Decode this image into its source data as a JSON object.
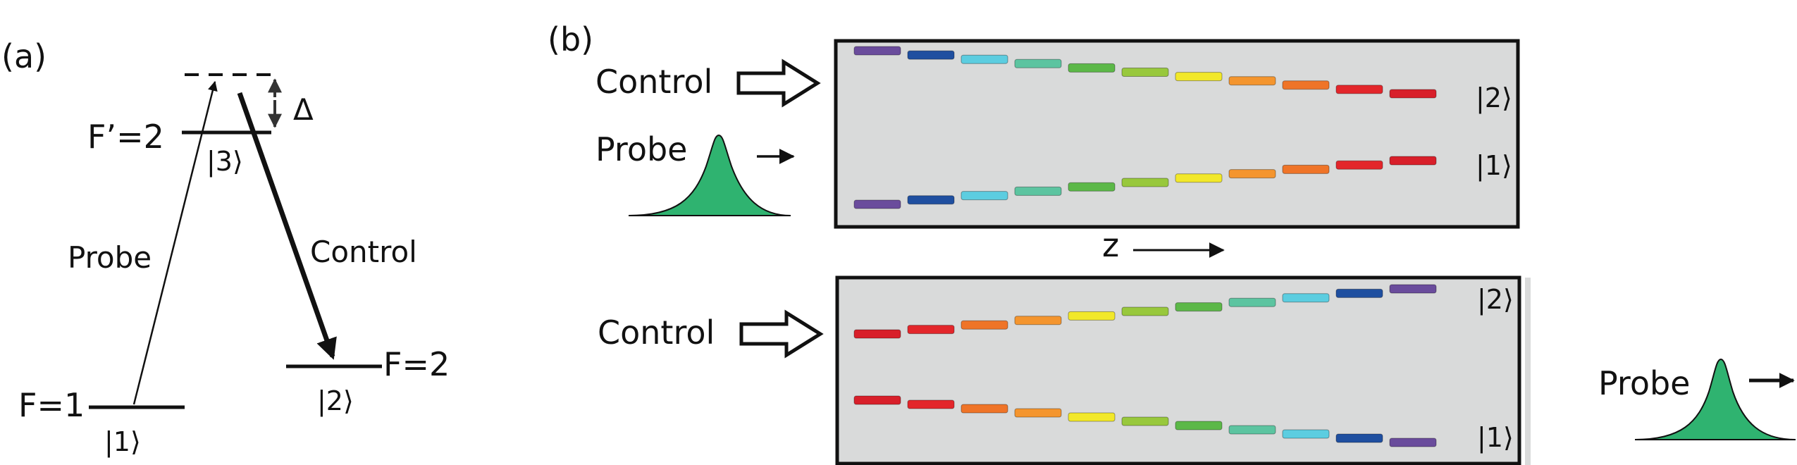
{
  "panel_a": {
    "tag": "(a)",
    "levels": {
      "excited": {
        "label": "F’=2",
        "state": "|3⟩"
      },
      "ground_1": {
        "label": "F=1",
        "state": "|1⟩"
      },
      "ground_2": {
        "label": "F=2",
        "state": "|2⟩"
      }
    },
    "detuning_label": "Δ",
    "probe_label": "Probe",
    "control_label": "Control"
  },
  "panel_b": {
    "tag": "(b)",
    "colors": [
      "#6a4c9c",
      "#1f4fa0",
      "#5ccde0",
      "#5cc4a0",
      "#5cb848",
      "#98c83c",
      "#f2e82a",
      "#f4952e",
      "#ef7428",
      "#e3262b",
      "#d81f2a"
    ],
    "top": {
      "control_label": "Control",
      "probe_label": "Probe",
      "state_upper": "|2⟩",
      "state_lower": "|1⟩",
      "axis_label": "z"
    },
    "bottom": {
      "control_label": "Control",
      "probe_label": "Probe",
      "state_upper": "|2⟩",
      "state_lower": "|1⟩"
    }
  }
}
